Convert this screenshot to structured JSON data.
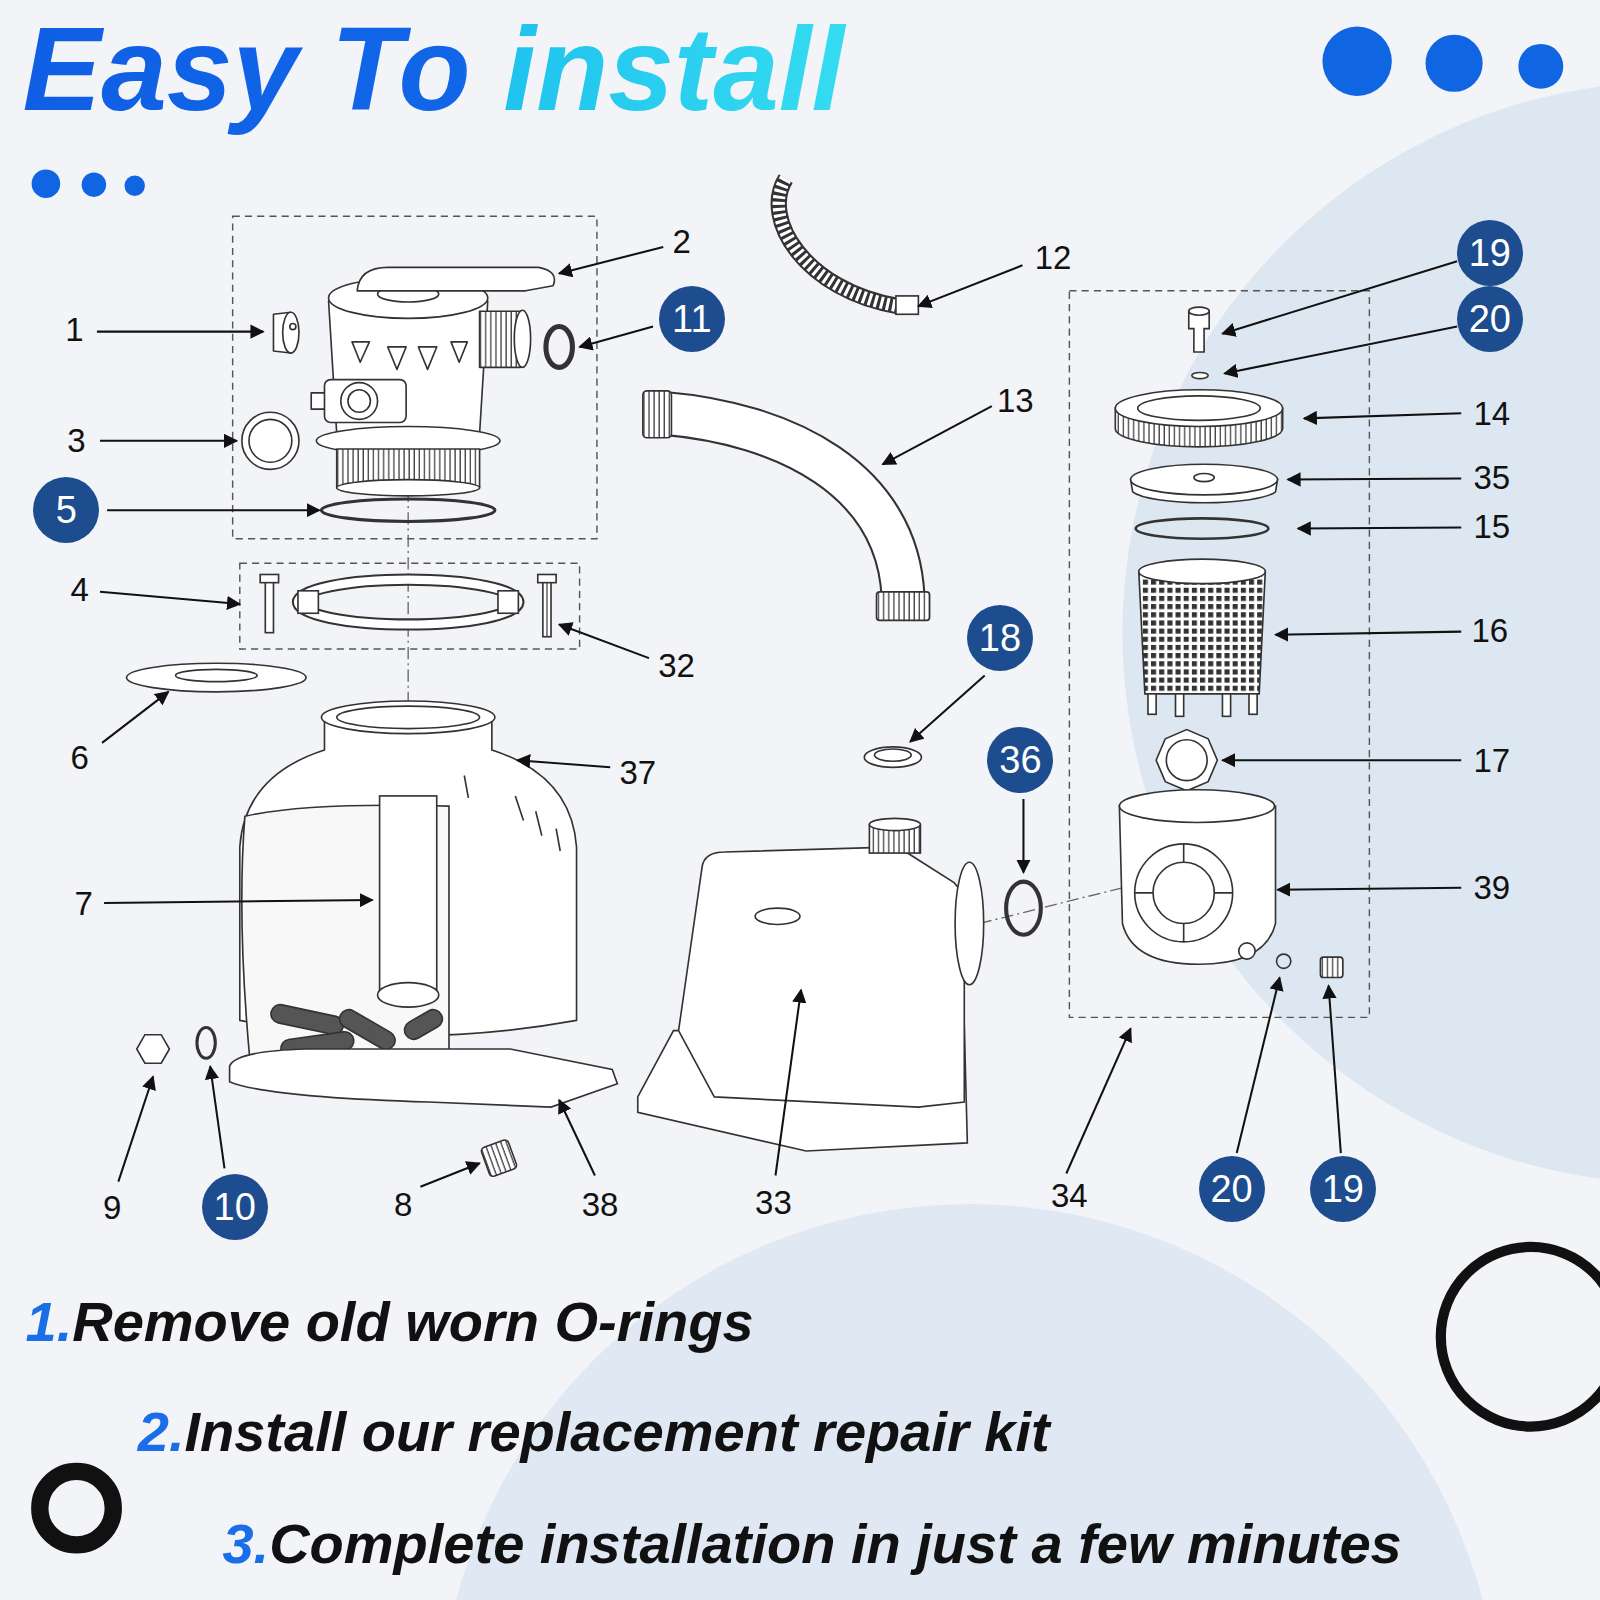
{
  "diagram": {
    "title": "Easy To install",
    "nodes": [
      {
        "text": [
          "19"
        ]
      },
      {
        "text": [
          "11"
        ]
      },
      {
        "text": [
          "20"
        ]
      },
      {
        "text": [
          "5"
        ]
      },
      {
        "text": [
          "18"
        ]
      },
      {
        "text": [
          "36"
        ]
      },
      {
        "text": [
          "10"
        ]
      },
      {
        "text": [
          "20"
        ]
      },
      {
        "text": [
          "19"
        ]
      }
    ],
    "labels": [
      "2",
      "12",
      "1",
      "3",
      "13",
      "14",
      "35",
      "15",
      "4",
      "16",
      "32",
      "6",
      "37",
      "17",
      "7",
      "39",
      "9",
      "8",
      "38",
      "33",
      "34",
      "1.Remove old worn O-rings",
      "2.Install our replacement repair kit",
      "3.Complete installation in just a few minutes"
    ]
  }
}
